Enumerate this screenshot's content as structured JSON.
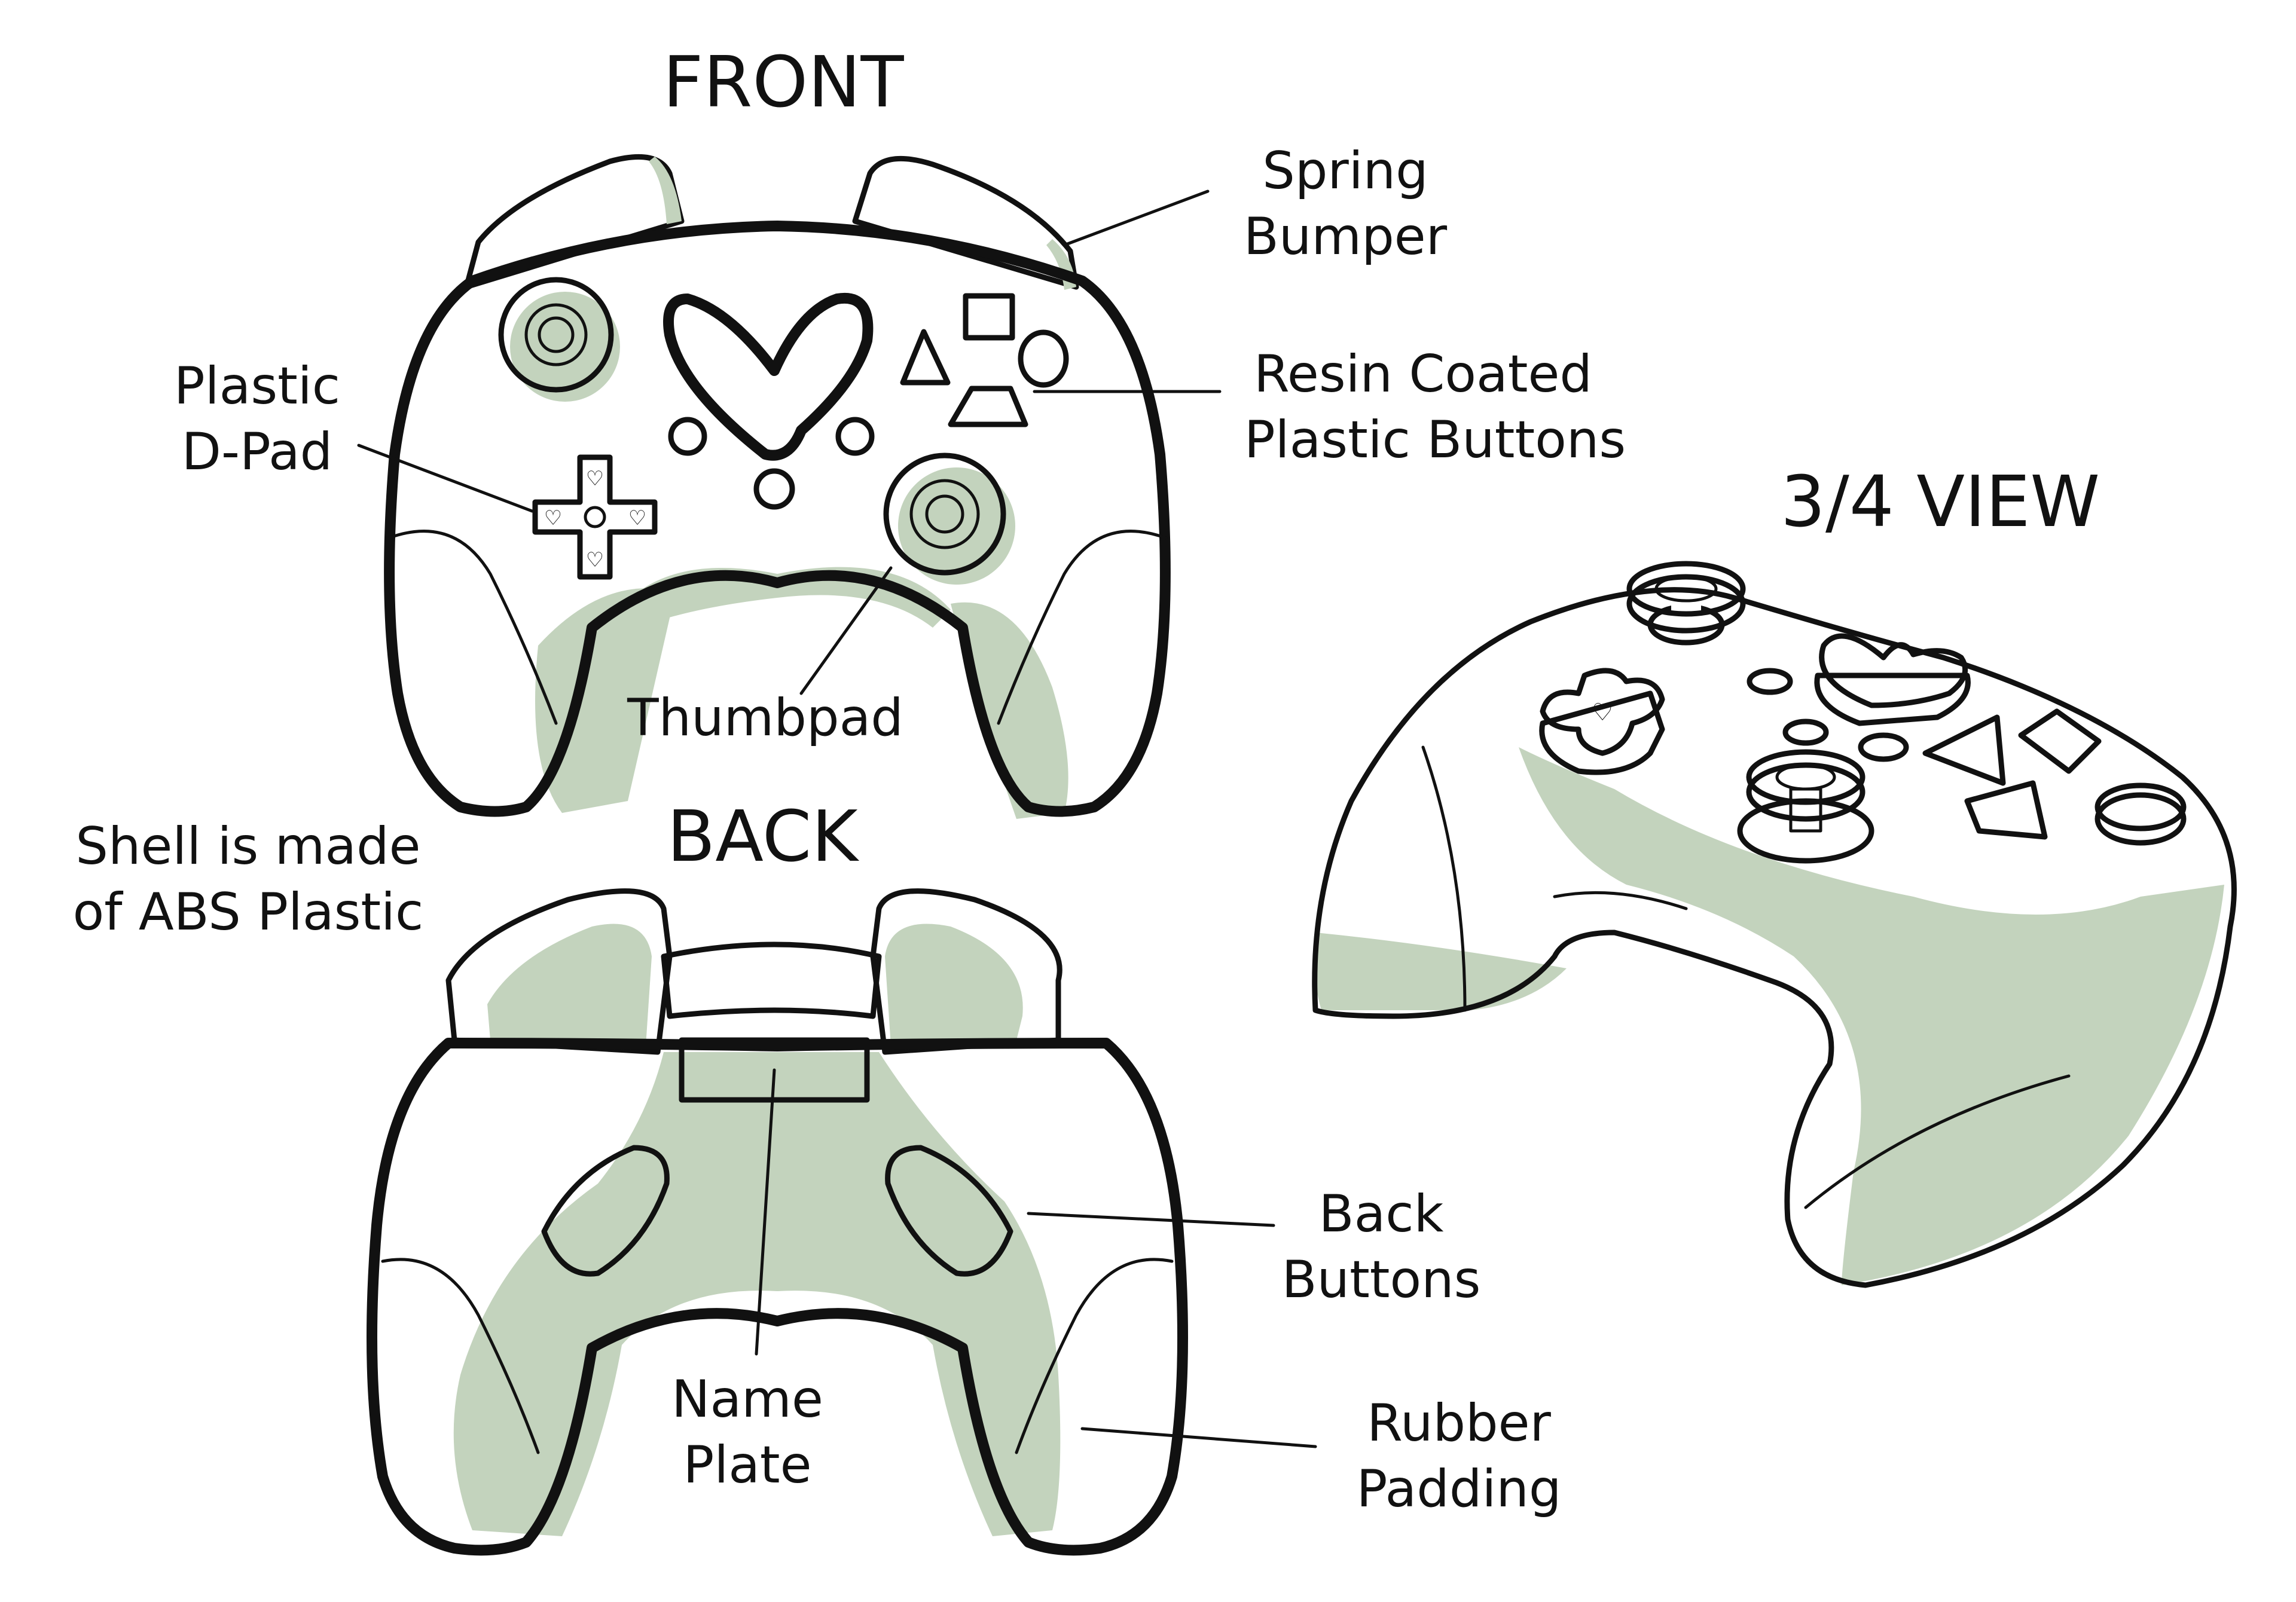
{
  "views": {
    "front": "FRONT",
    "back": "BACK",
    "three_quarter": "3/4 VIEW"
  },
  "annotations": {
    "spring_bumper": [
      "Spring",
      "Bumper"
    ],
    "resin_buttons": [
      "Resin Coated",
      "Plastic Buttons"
    ],
    "dpad": [
      "Plastic",
      "D-Pad"
    ],
    "thumbpad": [
      "Thumbpad"
    ],
    "shell": [
      "Shell is made",
      "of ABS Plastic"
    ],
    "back_buttons": [
      "Back",
      "Buttons"
    ],
    "name_plate": [
      "Name",
      "Plate"
    ],
    "rubber_padding": [
      "Rubber",
      "Padding"
    ]
  },
  "colors": {
    "ink": "#111111",
    "shadow_green": "#c3d3bd",
    "fill": "#ffffff"
  }
}
